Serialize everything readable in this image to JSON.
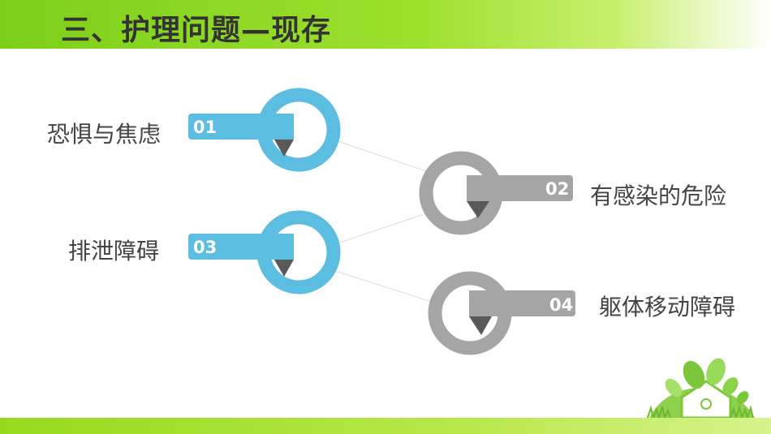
{
  "slide": {
    "title": "三、护理问题—现存"
  },
  "items": [
    {
      "number": "01",
      "label": "恐惧与焦虑",
      "color": "#5bbde0"
    },
    {
      "number": "02",
      "label": "有感染的危险",
      "color": "#a5a5a5"
    },
    {
      "number": "03",
      "label": "排泄障碍",
      "color": "#5bbde0"
    },
    {
      "number": "04",
      "label": "躯体移动障碍",
      "color": "#a5a5a5"
    }
  ],
  "colors": {
    "header_green": "#7ccf1a",
    "accent_blue": "#5bbde0",
    "accent_gray": "#a5a5a5",
    "pointer_dark": "#595959"
  }
}
